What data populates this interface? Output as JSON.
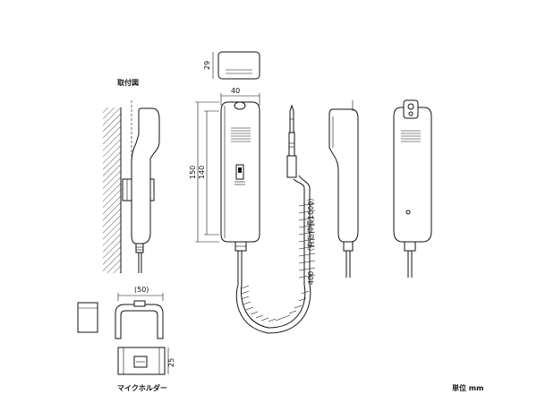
{
  "labels": {
    "mounting_diagram": "取付図",
    "mic_holder": "マイクホルダー",
    "unit": "単位 mm",
    "cord_note": "（有効伸長1000）"
  },
  "dimensions": {
    "depth": "29",
    "width": "40",
    "total_length": "150",
    "body_length": "140",
    "cord_length": "400",
    "holder_width": "(50)",
    "holder_height": "25"
  }
}
